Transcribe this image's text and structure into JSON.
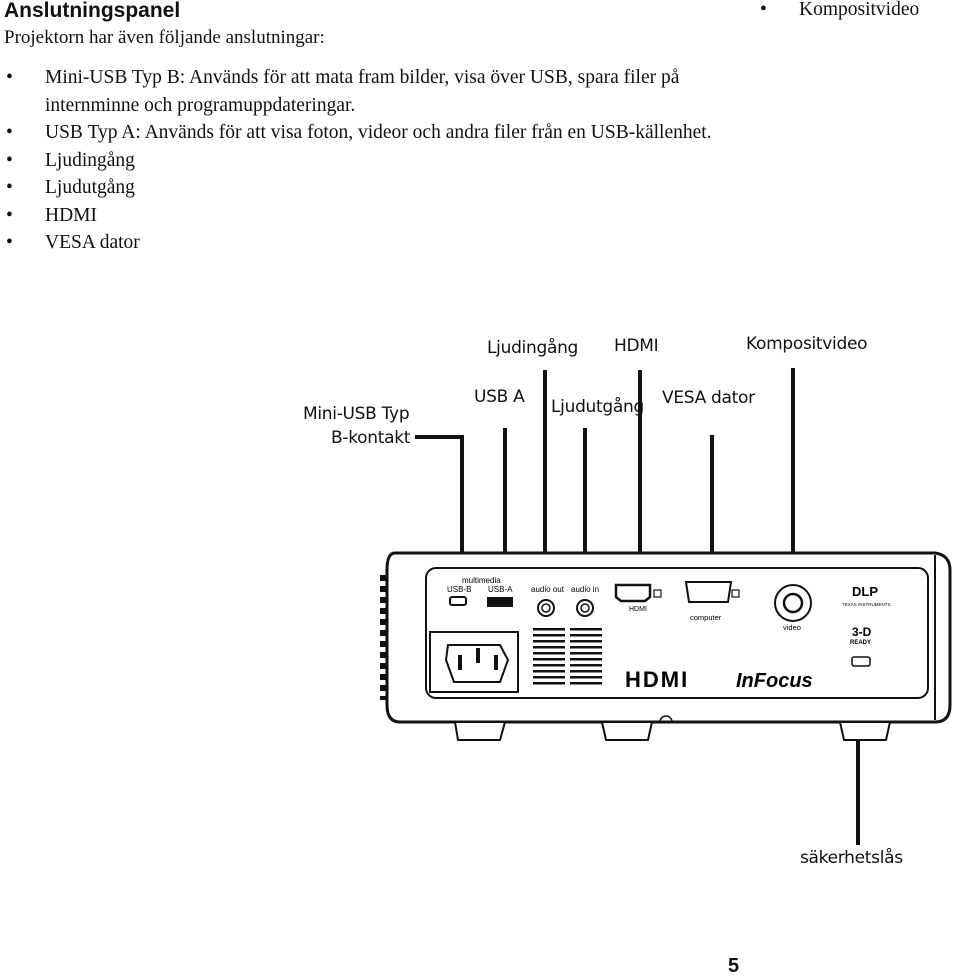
{
  "heading": "Anslutningspanel",
  "intro": "Projektorn har även följande anslutningar:",
  "bullets": [
    "Mini-USB Typ B: Används för att mata fram bilder, visa över USB, spara filer på internminne och programuppdateringar.",
    "USB Typ A: Används för att visa foton, videor och andra filer från en USB-källenhet.",
    "Ljudingång",
    "Ljudutgång",
    "HDMI",
    "VESA dator"
  ],
  "right_bullet": "Kompositvideo",
  "callouts": {
    "ljudingang": "Ljudingång",
    "hdmi": "HDMI",
    "komposit": "Kompositvideo",
    "miniusb_1": "Mini-USB Typ",
    "miniusb_2": "B-kontakt",
    "usba": "USB A",
    "ljudutgang": "Ljudutgång",
    "vesa": "VESA dator",
    "lock": "säkerhetslås"
  },
  "panel": {
    "multimedia": "multimedia",
    "usb_b": "USB-B",
    "usb_a": "USB-A",
    "audio_out": "audio out",
    "audio_in": "audio in",
    "hdmi": "HDMI",
    "computer": "computer",
    "video": "video",
    "hdmi_logo": "HDMI",
    "brand": "InFocus",
    "dlp": "DLP",
    "ti": "TEXAS INSTRUMENTS",
    "ready_3d": "3-D",
    "ready": "READY"
  },
  "page_number": "5"
}
